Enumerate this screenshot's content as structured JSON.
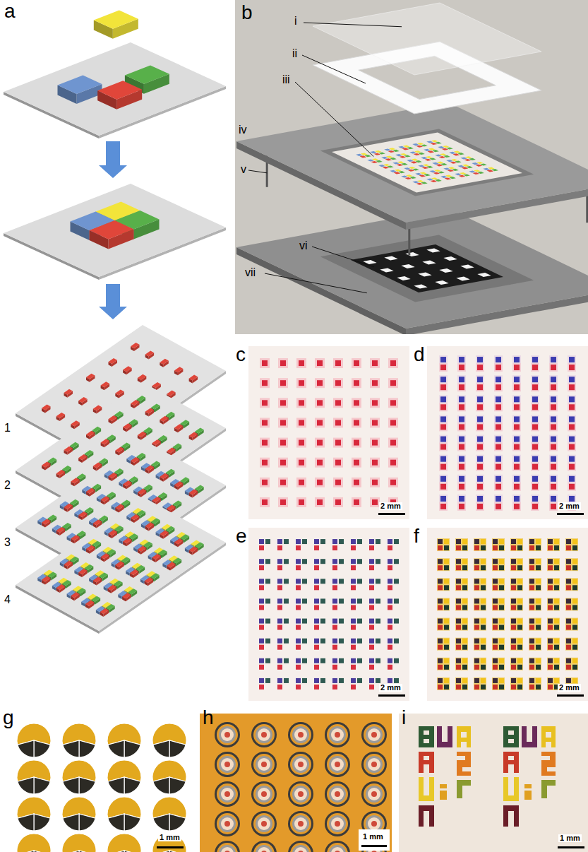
{
  "diagram": {
    "labels": [
      "a",
      "b",
      "i",
      "ii",
      "iii",
      "iv",
      "v",
      "vi",
      "vii",
      "1",
      "2",
      "3",
      "4",
      "c",
      "d",
      "e",
      "f",
      "2 mm",
      "2 mm",
      "2 mm",
      "2 mm",
      "g",
      "h",
      "i",
      "1 mm",
      "1 mm",
      "1 mm"
    ]
  }
}
